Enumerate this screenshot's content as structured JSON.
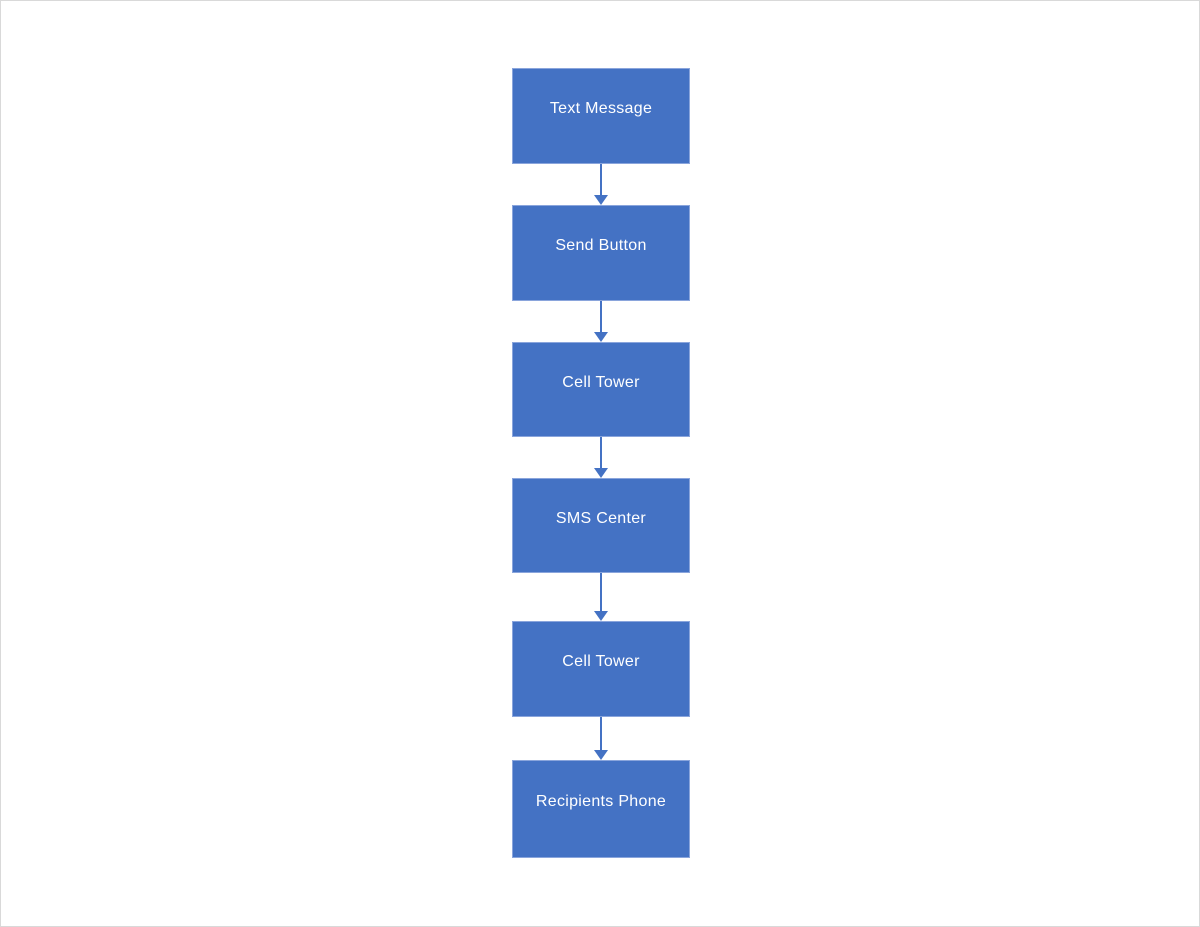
{
  "flowchart": {
    "type": "flowchart",
    "direction": "top-to-bottom",
    "nodes": [
      {
        "label": "Text Message"
      },
      {
        "label": "Send Button"
      },
      {
        "label": "Cell Tower"
      },
      {
        "label": "SMS Center"
      },
      {
        "label": "Cell Tower"
      },
      {
        "label": "Recipients Phone"
      }
    ],
    "edges": [
      {
        "from": 0,
        "to": 1
      },
      {
        "from": 1,
        "to": 2
      },
      {
        "from": 2,
        "to": 3
      },
      {
        "from": 3,
        "to": 4
      },
      {
        "from": 4,
        "to": 5
      }
    ],
    "colors": {
      "node_fill": "#4472c4",
      "node_border": "#8aa5dc",
      "node_text": "#ffffff",
      "arrow": "#4472c4",
      "background": "#ffffff",
      "page_border": "#d9d9d9"
    }
  }
}
